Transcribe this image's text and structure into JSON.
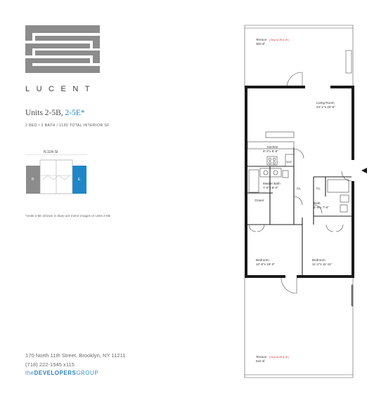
{
  "brand": {
    "name": "LUCENT",
    "colors": {
      "accent": "#1e87c8",
      "dark": "#4a4a4a",
      "mid": "#8c8c8c",
      "red": "#d9322b"
    }
  },
  "unit": {
    "title_prefix": "Units 2-5B,",
    "title_accent": "2-5E*",
    "subtitle": "2 BED / 2 BATH / 1130 TOTAL INTERIOR SF"
  },
  "keyplate": {
    "street": "N.11th St",
    "unit_b": "B",
    "unit_e": "E",
    "note": "*Units 2-5E (shown in blue) are mirror images of Units 2-5B"
  },
  "contact": {
    "address": "170 North 11th Street, Brooklyn, NY 11211",
    "phone": "(718) 222-1545 x115",
    "developer_light": "the",
    "developer_bold": "DEVELOPERS",
    "developer_end": "GROUP"
  },
  "plan": {
    "terrace_top": {
      "name": "Terrace",
      "note": "(Only at 2B & 2E)",
      "size": "300 sf"
    },
    "living": {
      "name": "Living Room",
      "size": "24'-1\"x 20'-6\""
    },
    "kitchen": {
      "name": "Kitchen",
      "size": "9'-3\"x 8'-8\""
    },
    "master_bath": {
      "name": "Master Bath",
      "size": "7'-6\"x 8'-0\""
    },
    "closet": "Closet",
    "cl_1": "CL",
    "cl_2": "CL",
    "wd": "W/D",
    "bath": {
      "name": "Bath",
      "size": "5'-6\"x 7'-6\""
    },
    "bedroom_1": {
      "name": "Bedroom",
      "size": "12'-6\"x 16'-3\""
    },
    "bedroom_2": {
      "name": "Bedroom",
      "size": "11'-4\"x 11'-11\""
    },
    "terrace_bottom": {
      "name": "Terrace",
      "note": "(Only at 2B & 2E)",
      "size": "544 sf"
    }
  }
}
